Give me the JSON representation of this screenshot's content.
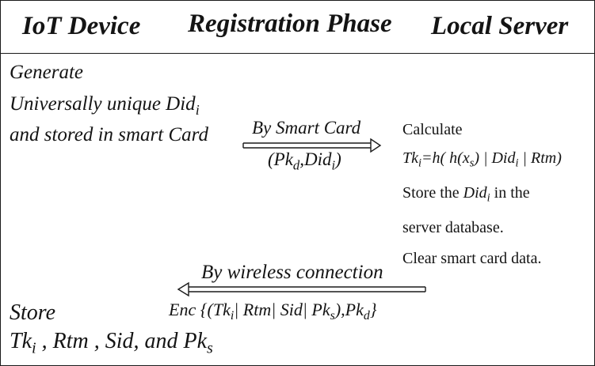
{
  "header": {
    "left": "IoT Device",
    "middle": "Registration Phase",
    "right": "Local Server"
  },
  "device": {
    "line1": "Generate",
    "line2_pre": "Universally unique Did",
    "line2_sub": "i",
    "line3": "and stored in smart Card",
    "store_label": "Store",
    "store_tk": "Tk",
    "store_tk_sub": "i",
    "store_rest": " , Rtm , Sid, and Pk",
    "store_pk_sub": "s"
  },
  "smart_card_message": {
    "label": "By Smart Card",
    "open": "(Pk",
    "pk_sub": "d",
    "comma_did": ",Did",
    "did_sub": "i",
    "close": ")"
  },
  "server": {
    "line1": "Calculate",
    "tk": "Tk",
    "tk_sub": "i",
    "eq1": "=h( h(x",
    "xs_sub": "s",
    "eq2": ") | Did",
    "did_sub": "i",
    "eq3": " | Rtm)",
    "store_pre": "Store the ",
    "store_did": "Did",
    "store_did_sub": "i",
    "store_post": " in the",
    "line4": "server database.",
    "line5": "Clear smart card data."
  },
  "wireless_message": {
    "label": "By wireless connection",
    "enc_pre": "Enc {(Tk",
    "tk_sub": "i",
    "mid": "| Rtm| Sid| Pk",
    "pks_sub": "s",
    "mid2": "),Pk",
    "pkd_sub": "d",
    "close": "}"
  }
}
